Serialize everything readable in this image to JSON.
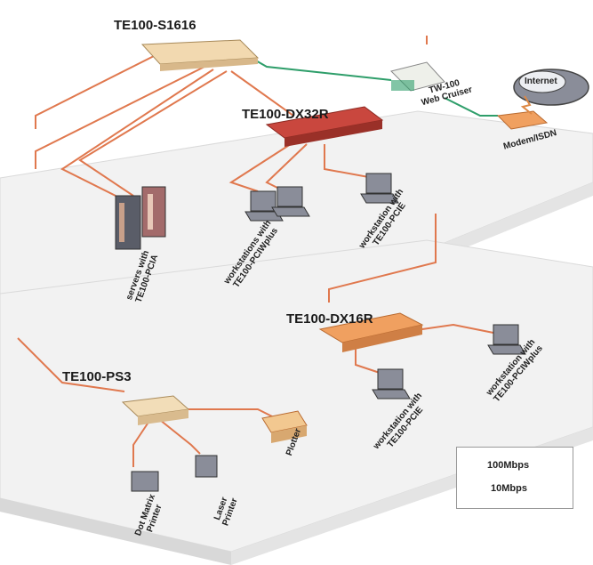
{
  "devices": {
    "s1616": "TE100-S1616",
    "dx32r": "TE100-DX32R",
    "dx16r": "TE100-DX16R",
    "ps3": "TE100-PS3"
  },
  "labels": {
    "tw100": [
      "TW-100",
      "Web Cruiser"
    ],
    "internet": "Internet",
    "modem": "Modem/ISDN",
    "servers": [
      "servers with",
      "TE100-PCIA"
    ],
    "ws_pciw_top": [
      "workstations with",
      "TE100-PCIWplus"
    ],
    "ws_pcie_top": [
      "workstation with",
      "TE100-PCIE"
    ],
    "ws_pcie_bottom": [
      "workstation with",
      "TE100-PCIE"
    ],
    "ws_pciw_bottom": [
      "workstation with",
      "TE100-PCIWplus"
    ],
    "plotter": "Plotter",
    "dot_matrix": [
      "Dot Matrix",
      "Printer"
    ],
    "laser": [
      "Laser",
      "Printer"
    ]
  },
  "legend": {
    "fast": "100Mbps",
    "slow": "10Mbps"
  },
  "colors": {
    "link_100": "#e0784e",
    "link_10": "#2e9e6a",
    "switch_s1616": "#f2d9b0",
    "switch_dx32r": "#c9473e",
    "switch_dx16r": "#f0a060",
    "floor": "#eeeeee",
    "workstation": "#8a8d99"
  }
}
